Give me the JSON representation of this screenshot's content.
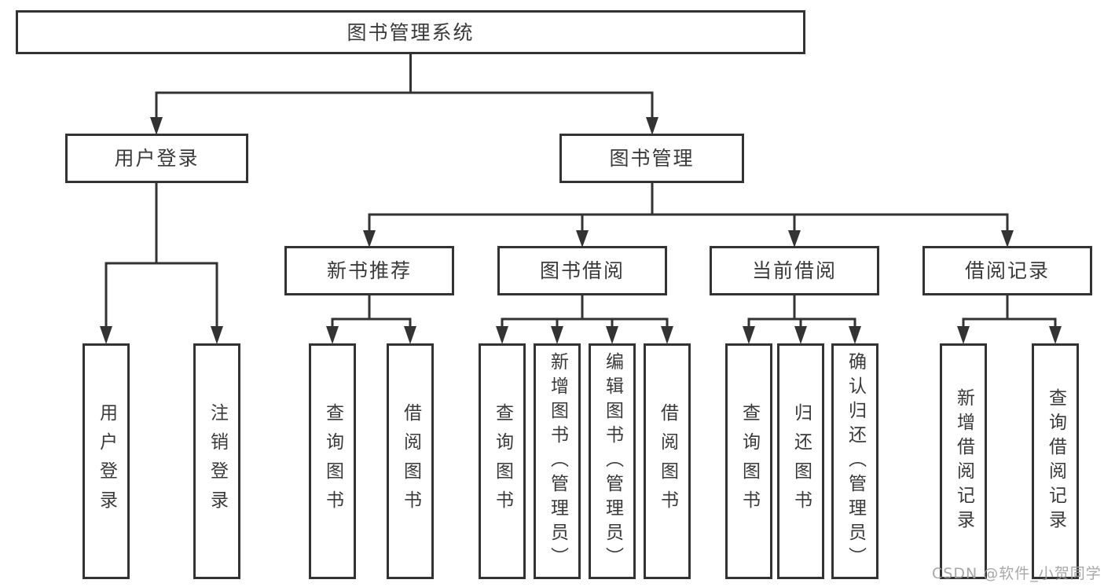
{
  "diagram": {
    "root": "图书管理系统",
    "user_login": {
      "label": "用户登录",
      "leaves": [
        "用户登录",
        "注销登录"
      ]
    },
    "book_management": {
      "label": "图书管理",
      "sections": [
        {
          "label": "新书推荐",
          "leaves": [
            "查询图书",
            "借阅图书"
          ]
        },
        {
          "label": "图书借阅",
          "leaves": [
            "查询图书",
            "新增图书（管理员）",
            "编辑图书（管理员）",
            "借阅图书"
          ]
        },
        {
          "label": "当前借阅",
          "leaves": [
            "查询图书",
            "归还图书",
            "确认归还（管理员）"
          ]
        },
        {
          "label": "借阅记录",
          "leaves": [
            "新增借阅记录",
            "查询借阅记录"
          ]
        }
      ]
    }
  },
  "watermark": "CSDN @软件_小贺同学",
  "colors": {
    "line": "#333333",
    "text": "#3a3a3a",
    "watermark": "#9e9e9e",
    "background": "#ffffff"
  }
}
